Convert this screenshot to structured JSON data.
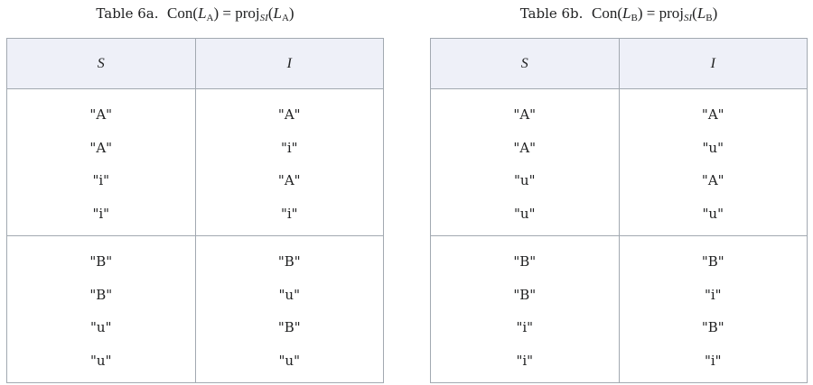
{
  "tables": [
    {
      "caption": {
        "label": "Table 6a.",
        "fn": "Con",
        "var": "L",
        "sub": "A",
        "eq": "=",
        "proj": "proj",
        "proj_sub": "SI"
      },
      "headers": [
        "S",
        "I"
      ],
      "groups": [
        {
          "S": [
            "\"A\"",
            "\"A\"",
            "\"i\"",
            "\"i\""
          ],
          "I": [
            "\"A\"",
            "\"i\"",
            "\"A\"",
            "\"i\""
          ]
        },
        {
          "S": [
            "\"B\"",
            "\"B\"",
            "\"u\"",
            "\"u\""
          ],
          "I": [
            "\"B\"",
            "\"u\"",
            "\"B\"",
            "\"u\""
          ]
        }
      ]
    },
    {
      "caption": {
        "label": "Table 6b.",
        "fn": "Con",
        "var": "L",
        "sub": "B",
        "eq": "=",
        "proj": "proj",
        "proj_sub": "SI"
      },
      "headers": [
        "S",
        "I"
      ],
      "groups": [
        {
          "S": [
            "\"A\"",
            "\"A\"",
            "\"u\"",
            "\"u\""
          ],
          "I": [
            "\"A\"",
            "\"u\"",
            "\"A\"",
            "\"u\""
          ]
        },
        {
          "S": [
            "\"B\"",
            "\"B\"",
            "\"i\"",
            "\"i\""
          ],
          "I": [
            "\"B\"",
            "\"i\"",
            "\"B\"",
            "\"i\""
          ]
        }
      ]
    }
  ]
}
